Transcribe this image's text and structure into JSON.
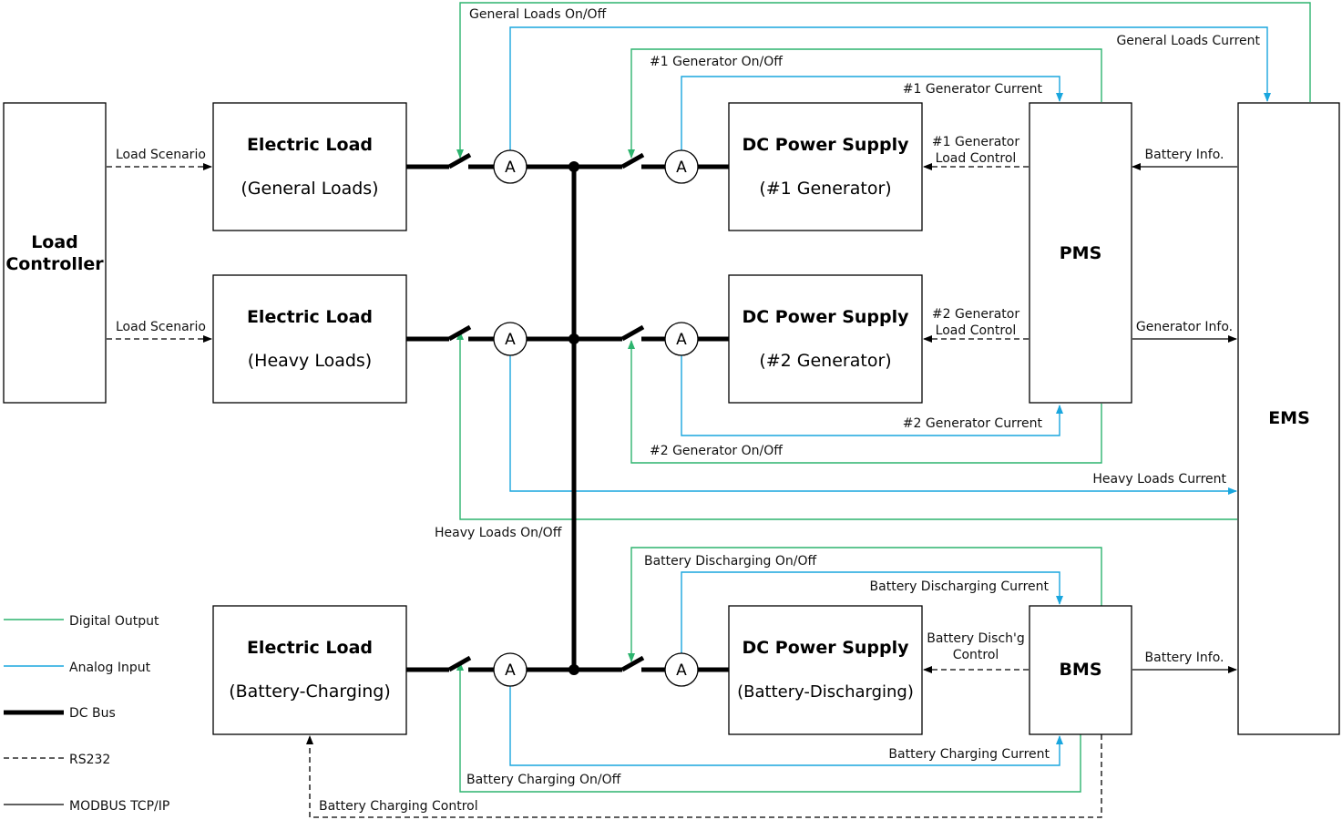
{
  "blocks": {
    "load_controller": {
      "line1": "Load",
      "line2": "Controller"
    },
    "el_general": {
      "title": "Electric Load",
      "sub": "(General Loads)"
    },
    "el_heavy": {
      "title": "Electric Load",
      "sub": "(Heavy Loads)"
    },
    "el_battery": {
      "title": "Electric Load",
      "sub": "(Battery-Charging)"
    },
    "dc_gen1": {
      "title": "DC Power Supply",
      "sub": "(#1 Generator)"
    },
    "dc_gen2": {
      "title": "DC Power Supply",
      "sub": "(#2 Generator)"
    },
    "dc_battery": {
      "title": "DC Power Supply",
      "sub": "(Battery-Discharging)"
    },
    "pms": "PMS",
    "bms": "BMS",
    "ems": "EMS"
  },
  "meter_symbol": "A",
  "signals": {
    "load_scenario_1": "Load Scenario",
    "load_scenario_2": "Load Scenario",
    "general_onoff": "General Loads On/Off",
    "general_current": "General Loads Current",
    "gen1_onoff": "#1 Generator On/Off",
    "gen1_current": "#1 Generator Current",
    "gen1_ctrl_1": "#1 Generator",
    "gen1_ctrl_2": "Load Control",
    "gen2_ctrl_1": "#2 Generator",
    "gen2_ctrl_2": "Load Control",
    "battery_info_1": "Battery Info.",
    "generator_info": "Generator Info.",
    "gen2_current": "#2 Generator Current",
    "gen2_onoff": "#2 Generator On/Off",
    "heavy_current": "Heavy Loads Current",
    "heavy_onoff": "Heavy Loads On/Off",
    "batt_dis_onoff": "Battery Discharging On/Off",
    "batt_dis_current": "Battery Discharging Current",
    "batt_disch_ctrl_1": "Battery Disch'g",
    "batt_disch_ctrl_2": "Control",
    "battery_info_2": "Battery Info.",
    "batt_chg_current": "Battery Charging Current",
    "batt_chg_onoff": "Battery Charging On/Off",
    "batt_chg_control": "Battery Charging Control"
  },
  "legend": [
    {
      "label": "Digital Output",
      "style": "green"
    },
    {
      "label": "Analog Input",
      "style": "blue"
    },
    {
      "label": "DC Bus",
      "style": "bus"
    },
    {
      "label": "RS232",
      "style": "dash"
    },
    {
      "label": "MODBUS TCP/IP",
      "style": "solid"
    }
  ],
  "colors": {
    "digital_output": "#2db46e",
    "analog_input": "#19a6de",
    "dc_bus": "#000000"
  }
}
